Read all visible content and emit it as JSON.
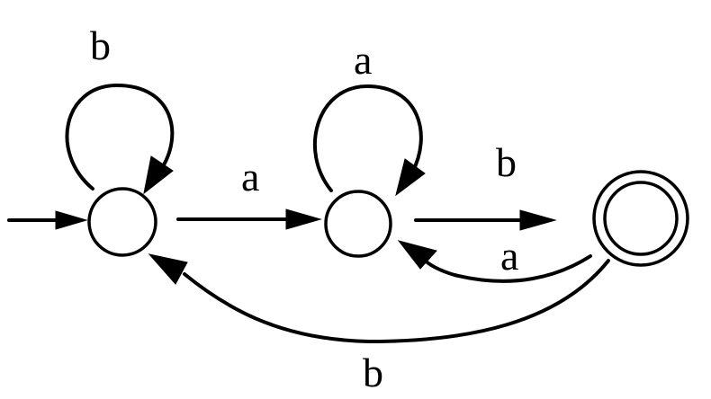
{
  "diagram": {
    "type": "finite-automaton",
    "states": [
      {
        "id": "q0",
        "initial": true,
        "accepting": false
      },
      {
        "id": "q1",
        "initial": false,
        "accepting": false
      },
      {
        "id": "q2",
        "initial": false,
        "accepting": true
      }
    ],
    "transitions": [
      {
        "from": "q0",
        "to": "q0",
        "label": "b"
      },
      {
        "from": "q0",
        "to": "q1",
        "label": "a"
      },
      {
        "from": "q1",
        "to": "q1",
        "label": "a"
      },
      {
        "from": "q1",
        "to": "q2",
        "label": "b"
      },
      {
        "from": "q2",
        "to": "q1",
        "label": "a"
      },
      {
        "from": "q2",
        "to": "q0",
        "label": "b"
      }
    ],
    "colors": {
      "stroke": "#000000",
      "background": "#ffffff"
    }
  }
}
